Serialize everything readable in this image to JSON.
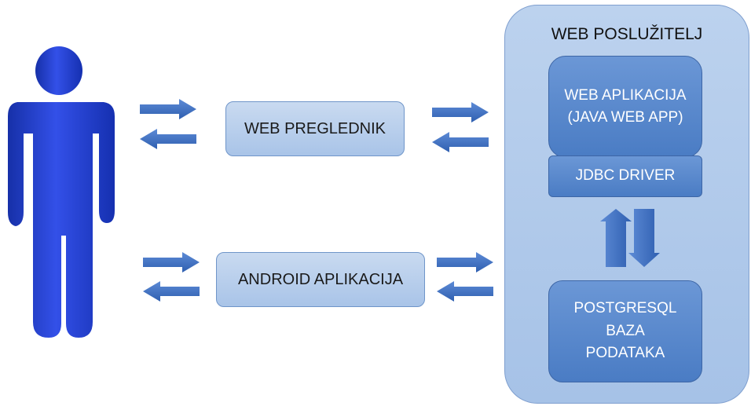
{
  "nodes": {
    "browser": "WEB PREGLEDNIK",
    "android": "ANDROID APLIKACIJA",
    "server_title": "WEB POSLUŽITELJ",
    "webapp_line1": "WEB APLIKACIJA",
    "webapp_line2": "(JAVA WEB APP)",
    "jdbc": "JDBC DRIVER",
    "db_line1": "POSTGRESQL",
    "db_line2": "BAZA",
    "db_line3": "PODATAKA"
  },
  "colors": {
    "arrow": "#3f6fbf",
    "user": "#1f3fd6",
    "light_box": "#b8cfee",
    "dark_box": "#5a88cc"
  }
}
